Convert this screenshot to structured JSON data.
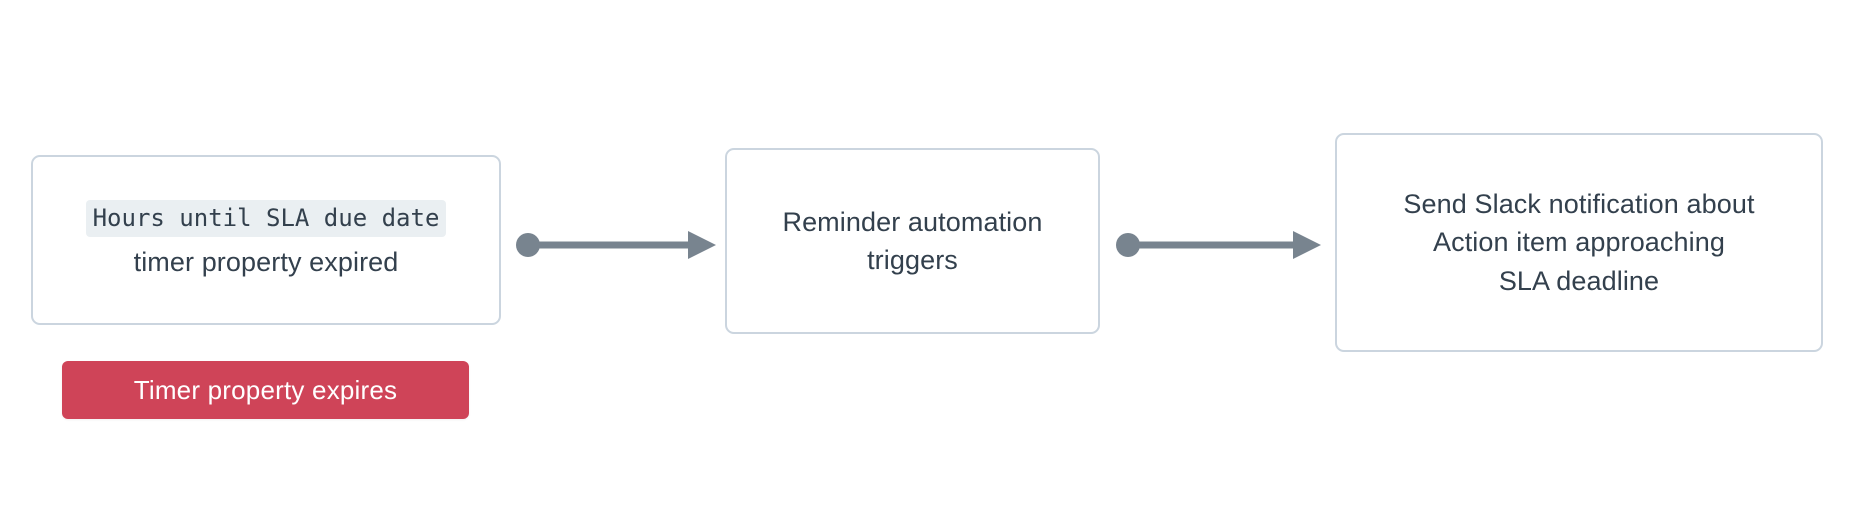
{
  "diagram": {
    "type": "flow",
    "background_color": "#ffffff",
    "node_border_color": "#cbd5df",
    "node_text_color": "#33404d",
    "connector_color": "#78848f",
    "code_chip_background": "#eaeff2",
    "badge_color": "#cf4458",
    "badge_text_color": "#ffffff",
    "nodes": [
      {
        "id": "trigger",
        "code_text": "Hours until SLA due date",
        "plain_text": "timer property expired"
      },
      {
        "id": "automation",
        "line1": "Reminder automation",
        "line2": "triggers"
      },
      {
        "id": "action",
        "line1": "Send Slack notification about",
        "line2": "Action item approaching",
        "line3": "SLA deadline"
      }
    ],
    "connectors": [
      {
        "id": "connector-1",
        "from": "trigger",
        "to": "automation",
        "style": "dot-to-arrow"
      },
      {
        "id": "connector-2",
        "from": "automation",
        "to": "action",
        "style": "dot-to-arrow"
      }
    ],
    "badges": [
      {
        "id": "timer-expires",
        "label": "Timer property expires"
      }
    ]
  }
}
